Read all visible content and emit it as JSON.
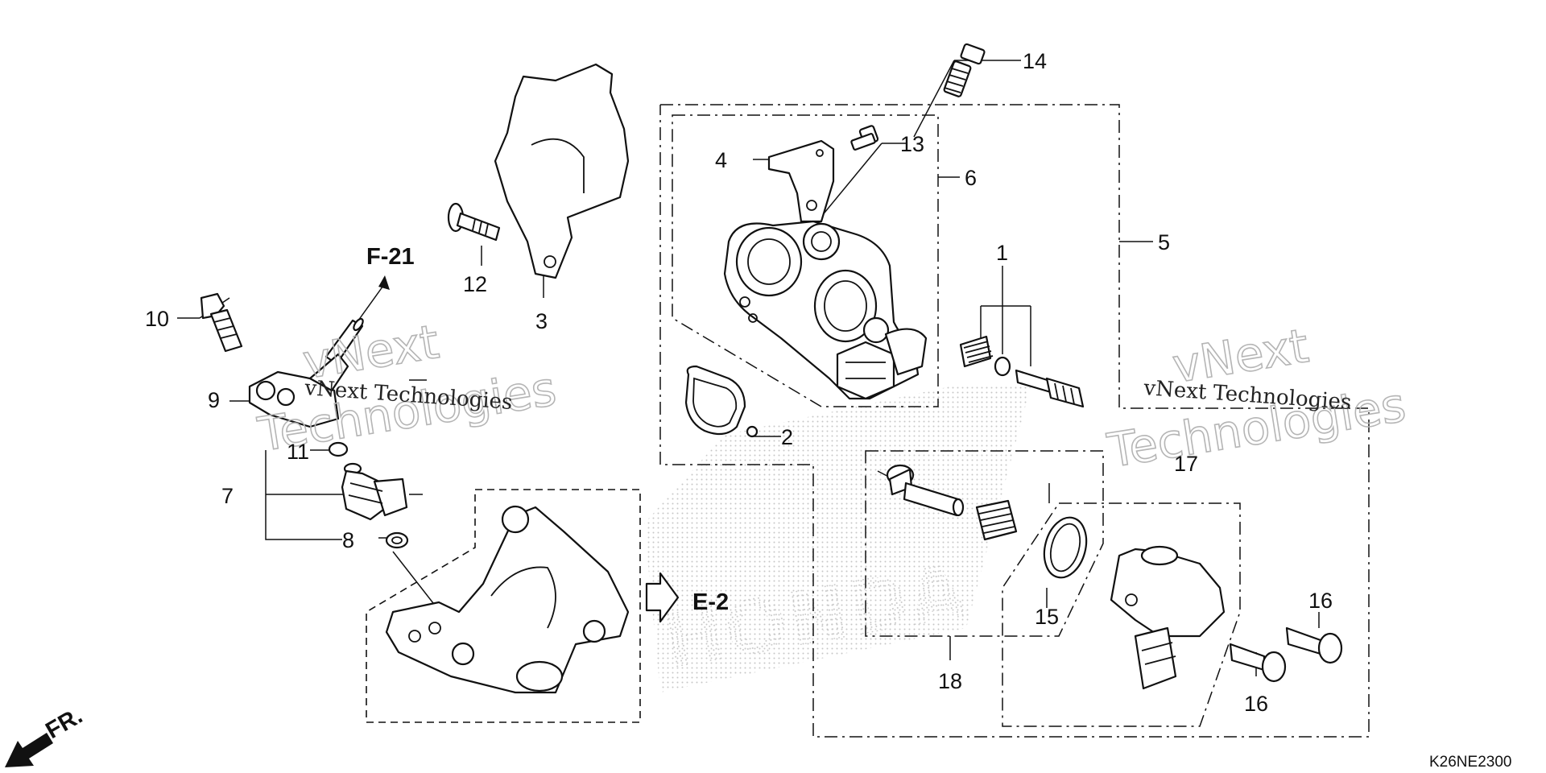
{
  "diagram": {
    "callouts": [
      {
        "id": "c1",
        "text": "1"
      },
      {
        "id": "c2",
        "text": "2"
      },
      {
        "id": "c3",
        "text": "3"
      },
      {
        "id": "c4",
        "text": "4"
      },
      {
        "id": "c5",
        "text": "5"
      },
      {
        "id": "c6",
        "text": "6"
      },
      {
        "id": "c7",
        "text": "7"
      },
      {
        "id": "c8",
        "text": "8"
      },
      {
        "id": "c9",
        "text": "9"
      },
      {
        "id": "c10",
        "text": "10"
      },
      {
        "id": "c11",
        "text": "11"
      },
      {
        "id": "c12",
        "text": "12"
      },
      {
        "id": "c13",
        "text": "13"
      },
      {
        "id": "c14",
        "text": "14"
      },
      {
        "id": "c15",
        "text": "15"
      },
      {
        "id": "c16a",
        "text": "16"
      },
      {
        "id": "c16b",
        "text": "16"
      },
      {
        "id": "c17",
        "text": "17"
      },
      {
        "id": "c18",
        "text": "18"
      }
    ],
    "refs": {
      "f21": "F-21",
      "e2": "E-2"
    },
    "front_indicator": "FR.",
    "drawing_code": "K26NE2300",
    "watermark": {
      "company": "vNext Technologies",
      "word1": "vNext",
      "word2": "Technologies"
    },
    "background_logo_text": "HONDA"
  }
}
